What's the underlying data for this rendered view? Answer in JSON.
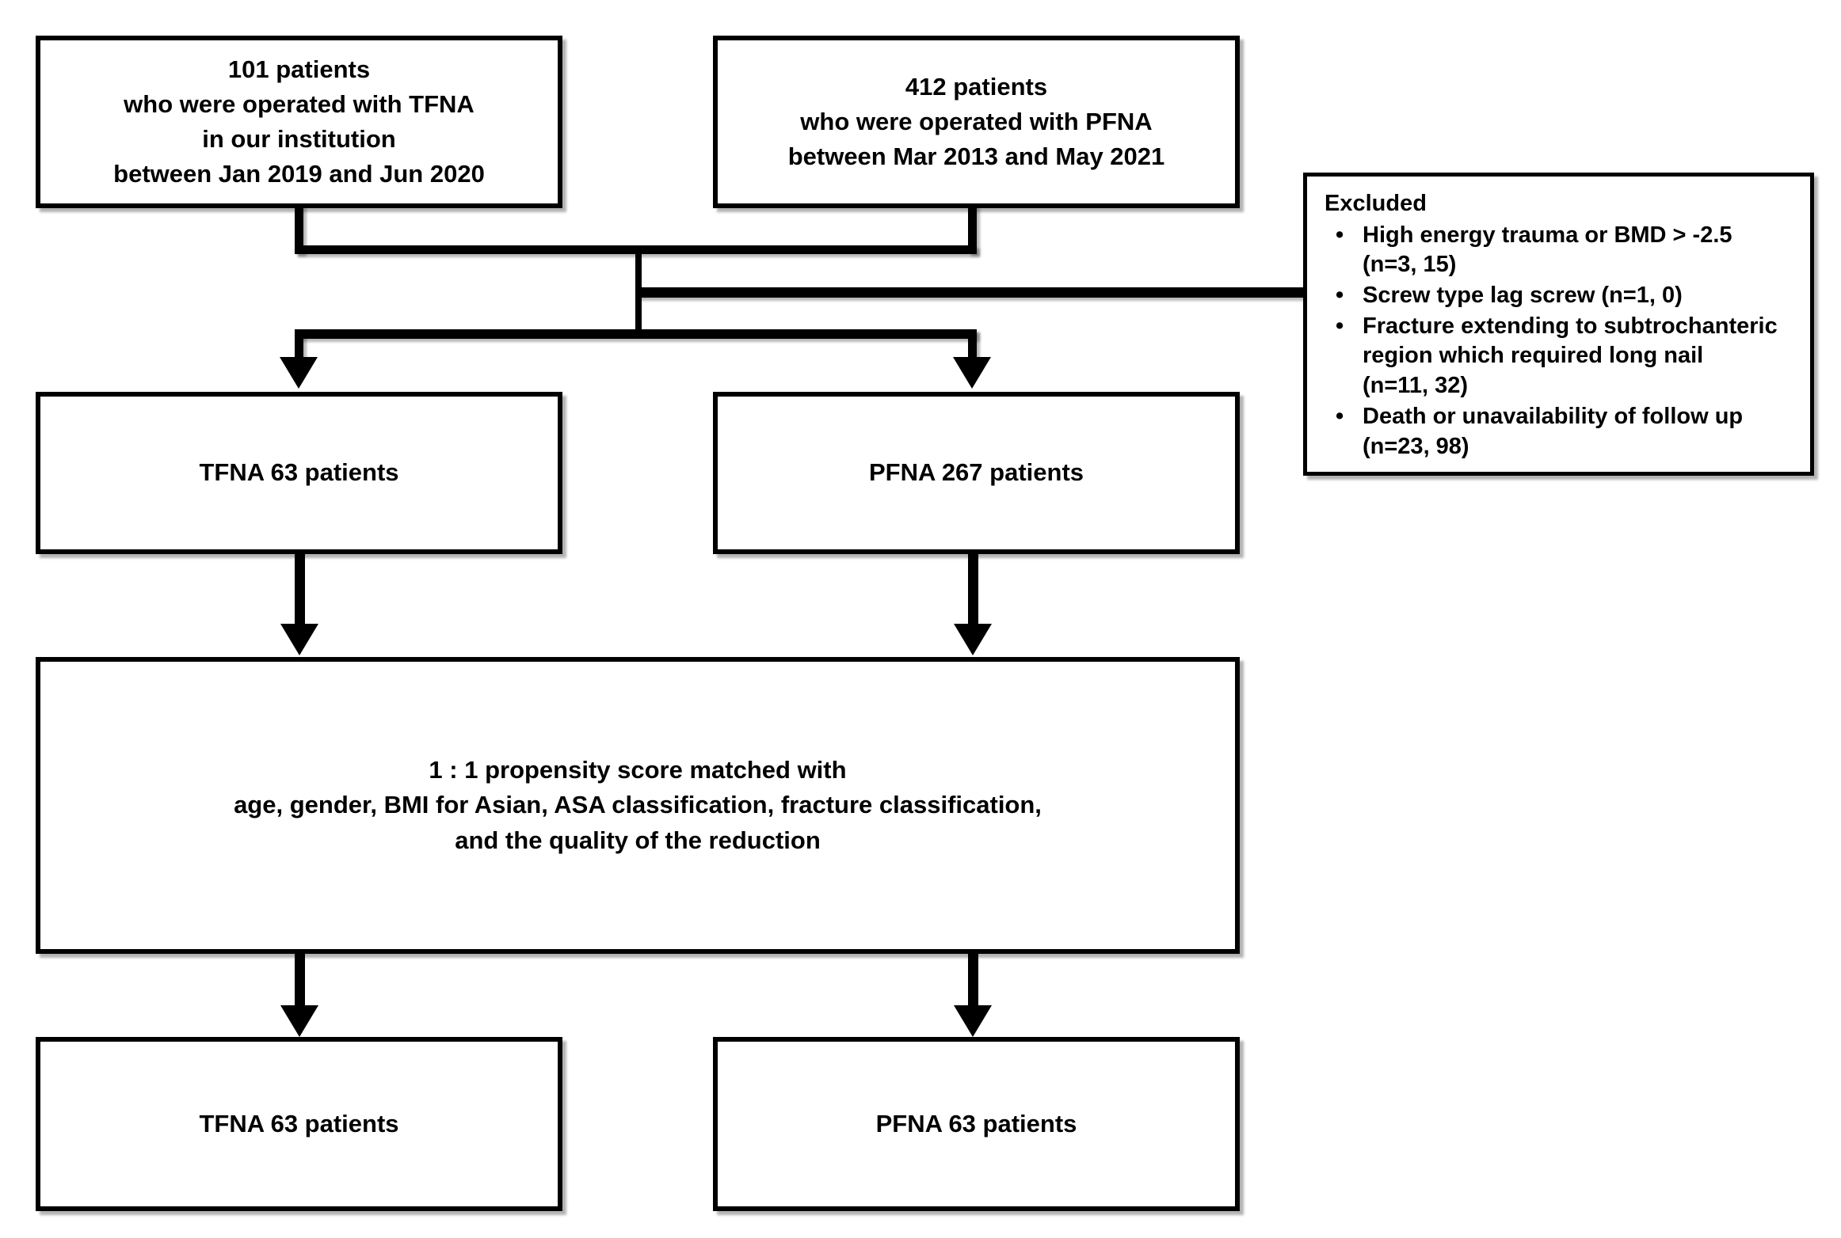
{
  "diagram": {
    "title": "Patient selection flow diagram (TFNA vs PFNA)",
    "nodes": {
      "source_tfna": {
        "line1": "101 patients",
        "line2": "who were operated with TFNA",
        "line3": "in our institution",
        "line4": "between Jan 2019 and Jun 2020"
      },
      "source_pfna": {
        "line1": "412 patients",
        "line2": "who were operated with PFNA",
        "line3": "between Mar 2013 and May 2021"
      },
      "eligible_tfna": {
        "label": "TFNA 63 patients"
      },
      "eligible_pfna": {
        "label": "PFNA 267 patients"
      },
      "matching": {
        "line1": "1 : 1 propensity score matched with",
        "line2": "age, gender, BMI for Asian, ASA classification, fracture classification,",
        "line3": "and the quality of the reduction"
      },
      "matched_tfna": {
        "label": "TFNA 63 patients"
      },
      "matched_pfna": {
        "label": "PFNA 63 patients"
      }
    },
    "excluded": {
      "title": "Excluded",
      "bullet_glyph": "•",
      "items": [
        {
          "line1": "High energy trauma or BMD > -2.5",
          "line2": "(n=3, 15)"
        },
        {
          "line1": "Screw type lag screw (n=1, 0)",
          "line2": ""
        },
        {
          "line1": "Fracture extending to subtrochanteric",
          "line2": "region which required long nail",
          "line3": "(n=11, 32)"
        },
        {
          "line1": "Death or unavailability of follow up",
          "line2": "(n=23, 98)"
        }
      ]
    },
    "colors": {
      "stroke": "#000000",
      "fill": "#ffffff",
      "text": "#000000"
    }
  }
}
